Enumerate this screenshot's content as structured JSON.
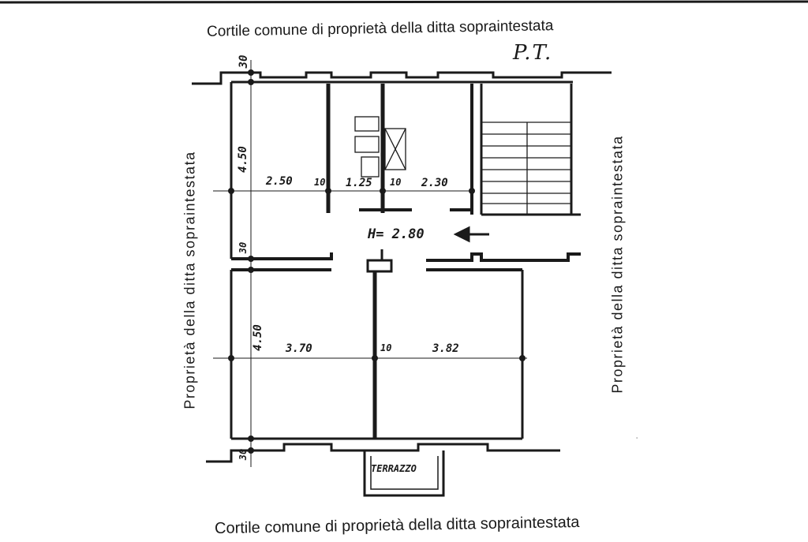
{
  "courtyard_top": "Cortile  comune di proprietà della ditta sopraintestata",
  "courtyard_bottom": "Cortile  comune di proprietà della ditta sopraintestata",
  "floor_level": "P.T.",
  "neighbor_left": "Proprietà della ditta sopraintestata",
  "neighbor_right": "Proprietà della ditta sopraintestata",
  "room_height": "H= 2.80",
  "terrace_label": "TERRAZZO",
  "dimensions": {
    "top_wall_thickness": "30",
    "upper_depth": "4.50",
    "upper_left_width": "2.50",
    "upper_wall_1": "10",
    "bath_width": "1.25",
    "upper_wall_2": "10",
    "kitchen_width": "2.30",
    "corridor_wall": "30",
    "lower_depth": "4.50",
    "lower_left_width": "3.70",
    "lower_wall": "10",
    "lower_right_width": "3.82",
    "bottom_wall_thickness": "30"
  },
  "colors": {
    "ink": "#1a1a1a",
    "paper": "#ffffff"
  }
}
